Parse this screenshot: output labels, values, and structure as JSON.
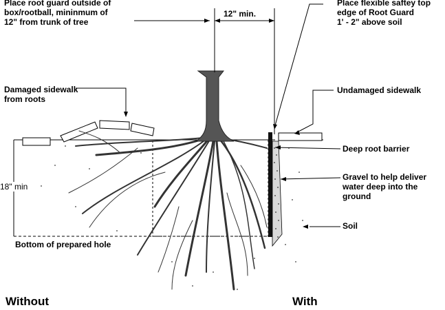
{
  "labels": {
    "place_root_guard": "Place root guard outside of\nbox/rootball, mininmum of\n12\" from trunk of tree",
    "twelve_min": "12\" min.",
    "place_flexible": "Place flexible saftey top\nedge of Root Guard\n1' - 2\" above soil",
    "damaged_sidewalk": "Damaged sidewalk\nfrom roots",
    "undamaged_sidewalk": "Undamaged sidewalk",
    "deep_root_barrier": "Deep root barrier",
    "gravel": "Gravel to help deliver\nwater deep into the\nground",
    "soil": "Soil",
    "eighteen_min": "18\" min",
    "bottom_hole": "Bottom of prepared hole",
    "without": "Without",
    "with": "With"
  },
  "colors": {
    "trunk": "#555555",
    "roots": "#333333",
    "barrier": "#111111",
    "line": "#000000"
  }
}
